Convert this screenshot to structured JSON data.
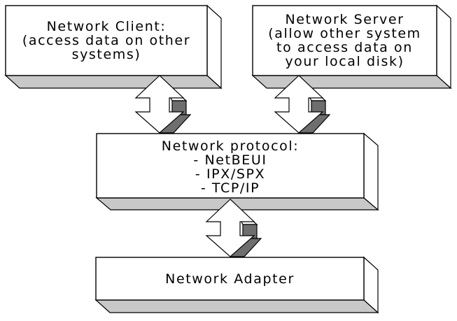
{
  "diagram": {
    "client": {
      "line1": "Network Client:",
      "line2": "(access data on other",
      "line3": "systems)"
    },
    "server": {
      "line1": "Network Server",
      "line2": "(allow other system",
      "line3": "to access data on",
      "line4": "your local disk)"
    },
    "protocol": {
      "line1": "Network protocol:",
      "line2": "- NetBEUI",
      "line3": "- IPX/SPX",
      "line4": "- TCP/IP"
    },
    "adapter": {
      "line1": "Network Adapter"
    }
  },
  "colors": {
    "box_face": "#ffffff",
    "box_bottom_shade": "#c8c8c8",
    "arrow_shadow": "#6e6e6e",
    "outline": "#000000"
  }
}
